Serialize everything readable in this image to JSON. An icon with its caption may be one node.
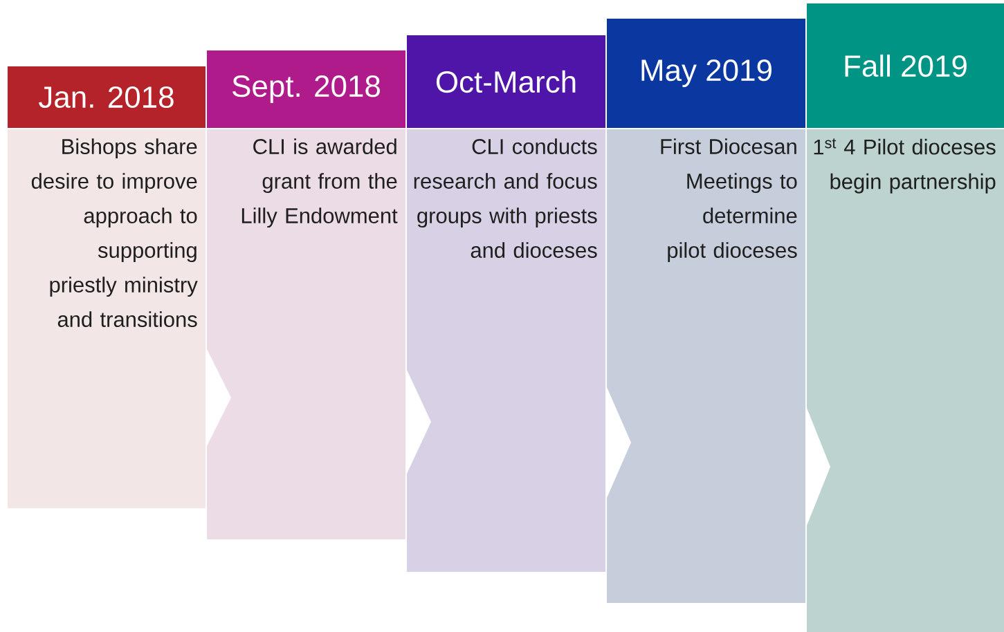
{
  "diagram": {
    "nodes": [
      {
        "text": [
          "Jan. 2018"
        ]
      },
      {
        "text": [
          "Bishops share desire to improve approach to supporting priestly ministry and transitions"
        ]
      },
      {
        "text": [
          "Sept. 2018"
        ]
      },
      {
        "text": [
          "CLI is awarded grant from the Lilly Endowment"
        ]
      },
      {
        "text": [
          "Oct-March"
        ]
      },
      {
        "text": [
          "CLI conducts research and focus groups with priests and dioceses"
        ]
      },
      {
        "text": [
          "May 2019"
        ]
      },
      {
        "text": [
          "First Diocesan Meetings to determine pilot dioceses"
        ]
      },
      {
        "text": [
          "Fall 2019"
        ]
      },
      {
        "text": [
          "1$^{st}$ 4 Pilot dioceses begin partnership"
        ]
      }
    ]
  }
}
